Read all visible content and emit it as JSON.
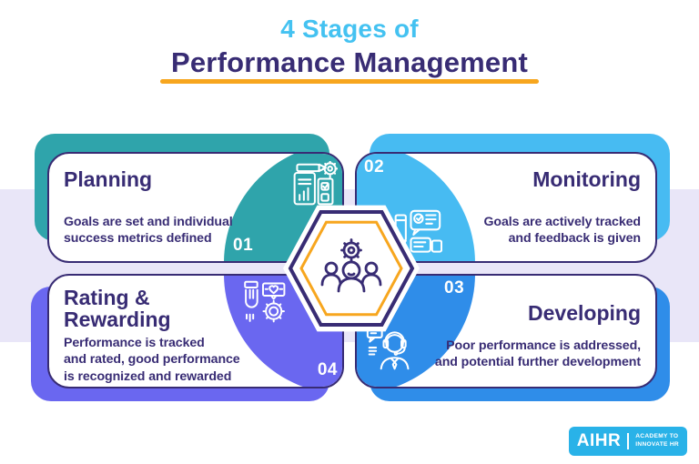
{
  "title": {
    "line1": "4 Stages of",
    "line2": "Performance Management"
  },
  "stages": [
    {
      "number": "01",
      "title_lines": [
        "Planning"
      ],
      "desc_lines": [
        "Goals are set and individual",
        "success metrics defined"
      ],
      "color": "#2FA4AB",
      "icon": "plan-document-pencil-gear-icon",
      "position": "top-left"
    },
    {
      "number": "02",
      "title_lines": [
        "Monitoring"
      ],
      "desc_lines": [
        "Goals are actively tracked",
        "and feedback is given"
      ],
      "color": "#47BBF2",
      "icon": "pencil-feedback-bubbles-icon",
      "position": "top-right"
    },
    {
      "number": "03",
      "title_lines": [
        "Developing"
      ],
      "desc_lines": [
        "Poor performance is addressed,",
        "and potential further development"
      ],
      "color": "#2F8DE9",
      "icon": "support-agent-headset-icon",
      "position": "bottom-right"
    },
    {
      "number": "04",
      "title_lines": [
        "Rating &",
        "Rewarding"
      ],
      "desc_lines": [
        "Performance is tracked",
        "and rated, good performance",
        "is recognized and rewarded"
      ],
      "color": "#6A67F0",
      "icon": "hand-reward-badge-icon",
      "position": "bottom-left"
    }
  ],
  "center": {
    "icon": "team-gear-icon"
  },
  "logo": {
    "brand": "AIHR",
    "tagline": [
      "ACADEMY TO",
      "INNOVATE HR"
    ],
    "color": "#29B2E8"
  },
  "colors": {
    "teal": "#2FA4AB",
    "sky_blue": "#47BBF2",
    "blue": "#2F8DE9",
    "violet": "#6A67F0",
    "dark_purple": "#382C74",
    "cyan_title": "#44C2F1",
    "orange_accent": "#F7A61E",
    "lavender_band": "#E9E6F8",
    "logo_blue": "#29B2E8",
    "background": "#FFFFFF"
  }
}
